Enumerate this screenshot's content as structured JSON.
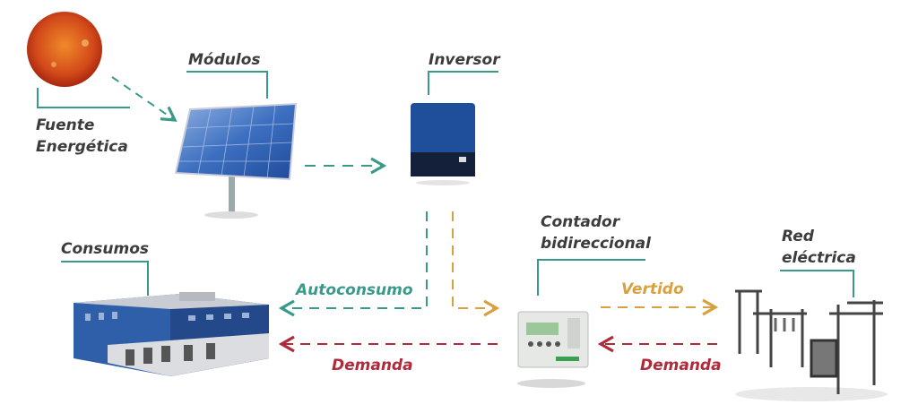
{
  "labels": {
    "source_line1": "Fuente",
    "source_line2": "Energética",
    "modules": "Módulos",
    "inverter": "Inversor",
    "consumption": "Consumos",
    "meter_line1": "Contador",
    "meter_line2": "bidireccional",
    "grid_line1": "Red",
    "grid_line2": "eléctrica"
  },
  "flows": {
    "self_consumption": "Autoconsumo",
    "export": "Vertido",
    "demand_left": "Demanda",
    "demand_right": "Demanda"
  },
  "colors": {
    "teal": "#3a9a8a",
    "orange": "#d9a040",
    "red": "#b02a3a",
    "text": "#3c3c3c"
  }
}
